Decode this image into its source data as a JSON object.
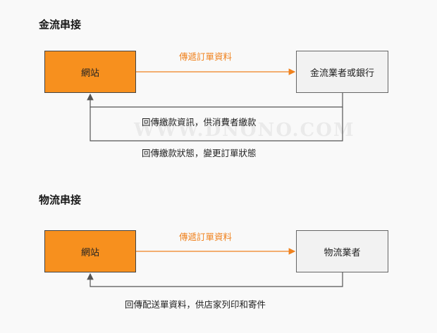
{
  "section1": {
    "title": "金流串接",
    "site_label": "網站",
    "target_label": "金流業者或銀行",
    "forward_label": "傳遞訂單資料",
    "return_label_1": "回傳繳款資訊，供消費者繳款",
    "return_label_2": "回傳繳款狀態，變更訂單狀態"
  },
  "section2": {
    "title": "物流串接",
    "site_label": "網站",
    "target_label": "物流業者",
    "forward_label": "傳遞訂單資料",
    "return_label": "回傳配送單資料，供店家列印和寄件"
  },
  "watermark": "WWW.DNONO.COM",
  "colors": {
    "accent": "#f7901e",
    "arrow_forward": "#f0821e",
    "arrow_return": "#555555",
    "box_gray": "#f2f2f2"
  }
}
